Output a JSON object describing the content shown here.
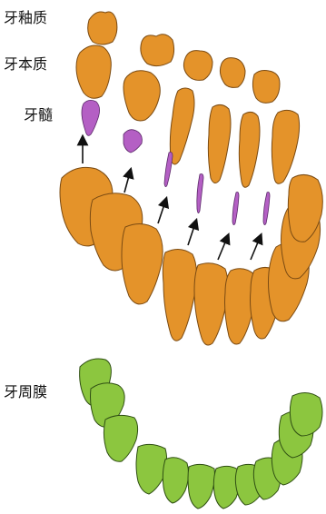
{
  "labels": {
    "enamel": "牙釉质",
    "dentin": "牙本质",
    "pulp": "牙髓",
    "pdl": "牙周膜"
  },
  "colors": {
    "tooth_fill": "#e4932a",
    "tooth_stroke": "#7a4a12",
    "pulp_fill": "#b45fc4",
    "pulp_stroke": "#5c2a6a",
    "pdl_fill": "#8cc63f",
    "pdl_stroke": "#2f4f13",
    "arrow": "#111111",
    "background": "#ffffff"
  }
}
